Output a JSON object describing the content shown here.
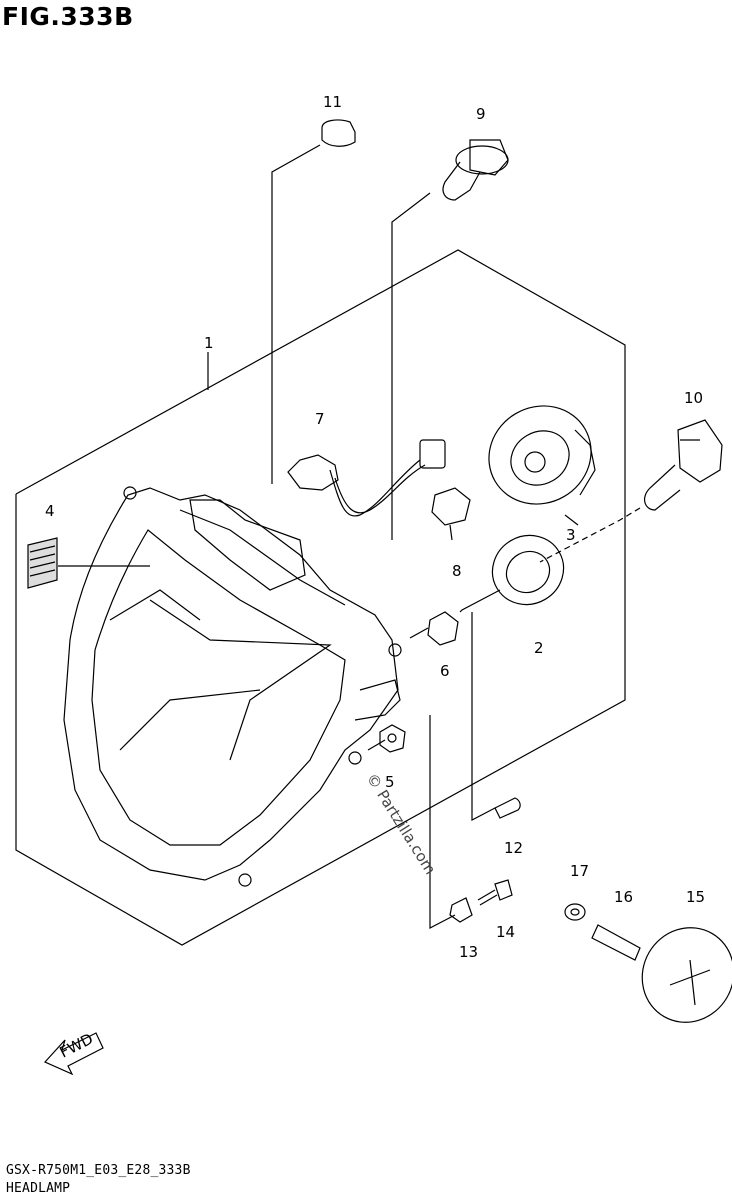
{
  "figure": {
    "title": "FIG.333B",
    "model_code": "GSX-R750M1_E03_E28_333B",
    "name": "HEADLAMP",
    "watermark": "© Partzilla.com",
    "direction_label": "FWD"
  },
  "callouts": [
    {
      "id": "1",
      "label": "1"
    },
    {
      "id": "2",
      "label": "2"
    },
    {
      "id": "3",
      "label": "3"
    },
    {
      "id": "4",
      "label": "4"
    },
    {
      "id": "5",
      "label": "5"
    },
    {
      "id": "6",
      "label": "6"
    },
    {
      "id": "7",
      "label": "7"
    },
    {
      "id": "8",
      "label": "8"
    },
    {
      "id": "9",
      "label": "9"
    },
    {
      "id": "10",
      "label": "10"
    },
    {
      "id": "11",
      "label": "11"
    },
    {
      "id": "12",
      "label": "12"
    },
    {
      "id": "13",
      "label": "13"
    },
    {
      "id": "14",
      "label": "14"
    },
    {
      "id": "15",
      "label": "15"
    },
    {
      "id": "16",
      "label": "16"
    },
    {
      "id": "17",
      "label": "17"
    }
  ]
}
